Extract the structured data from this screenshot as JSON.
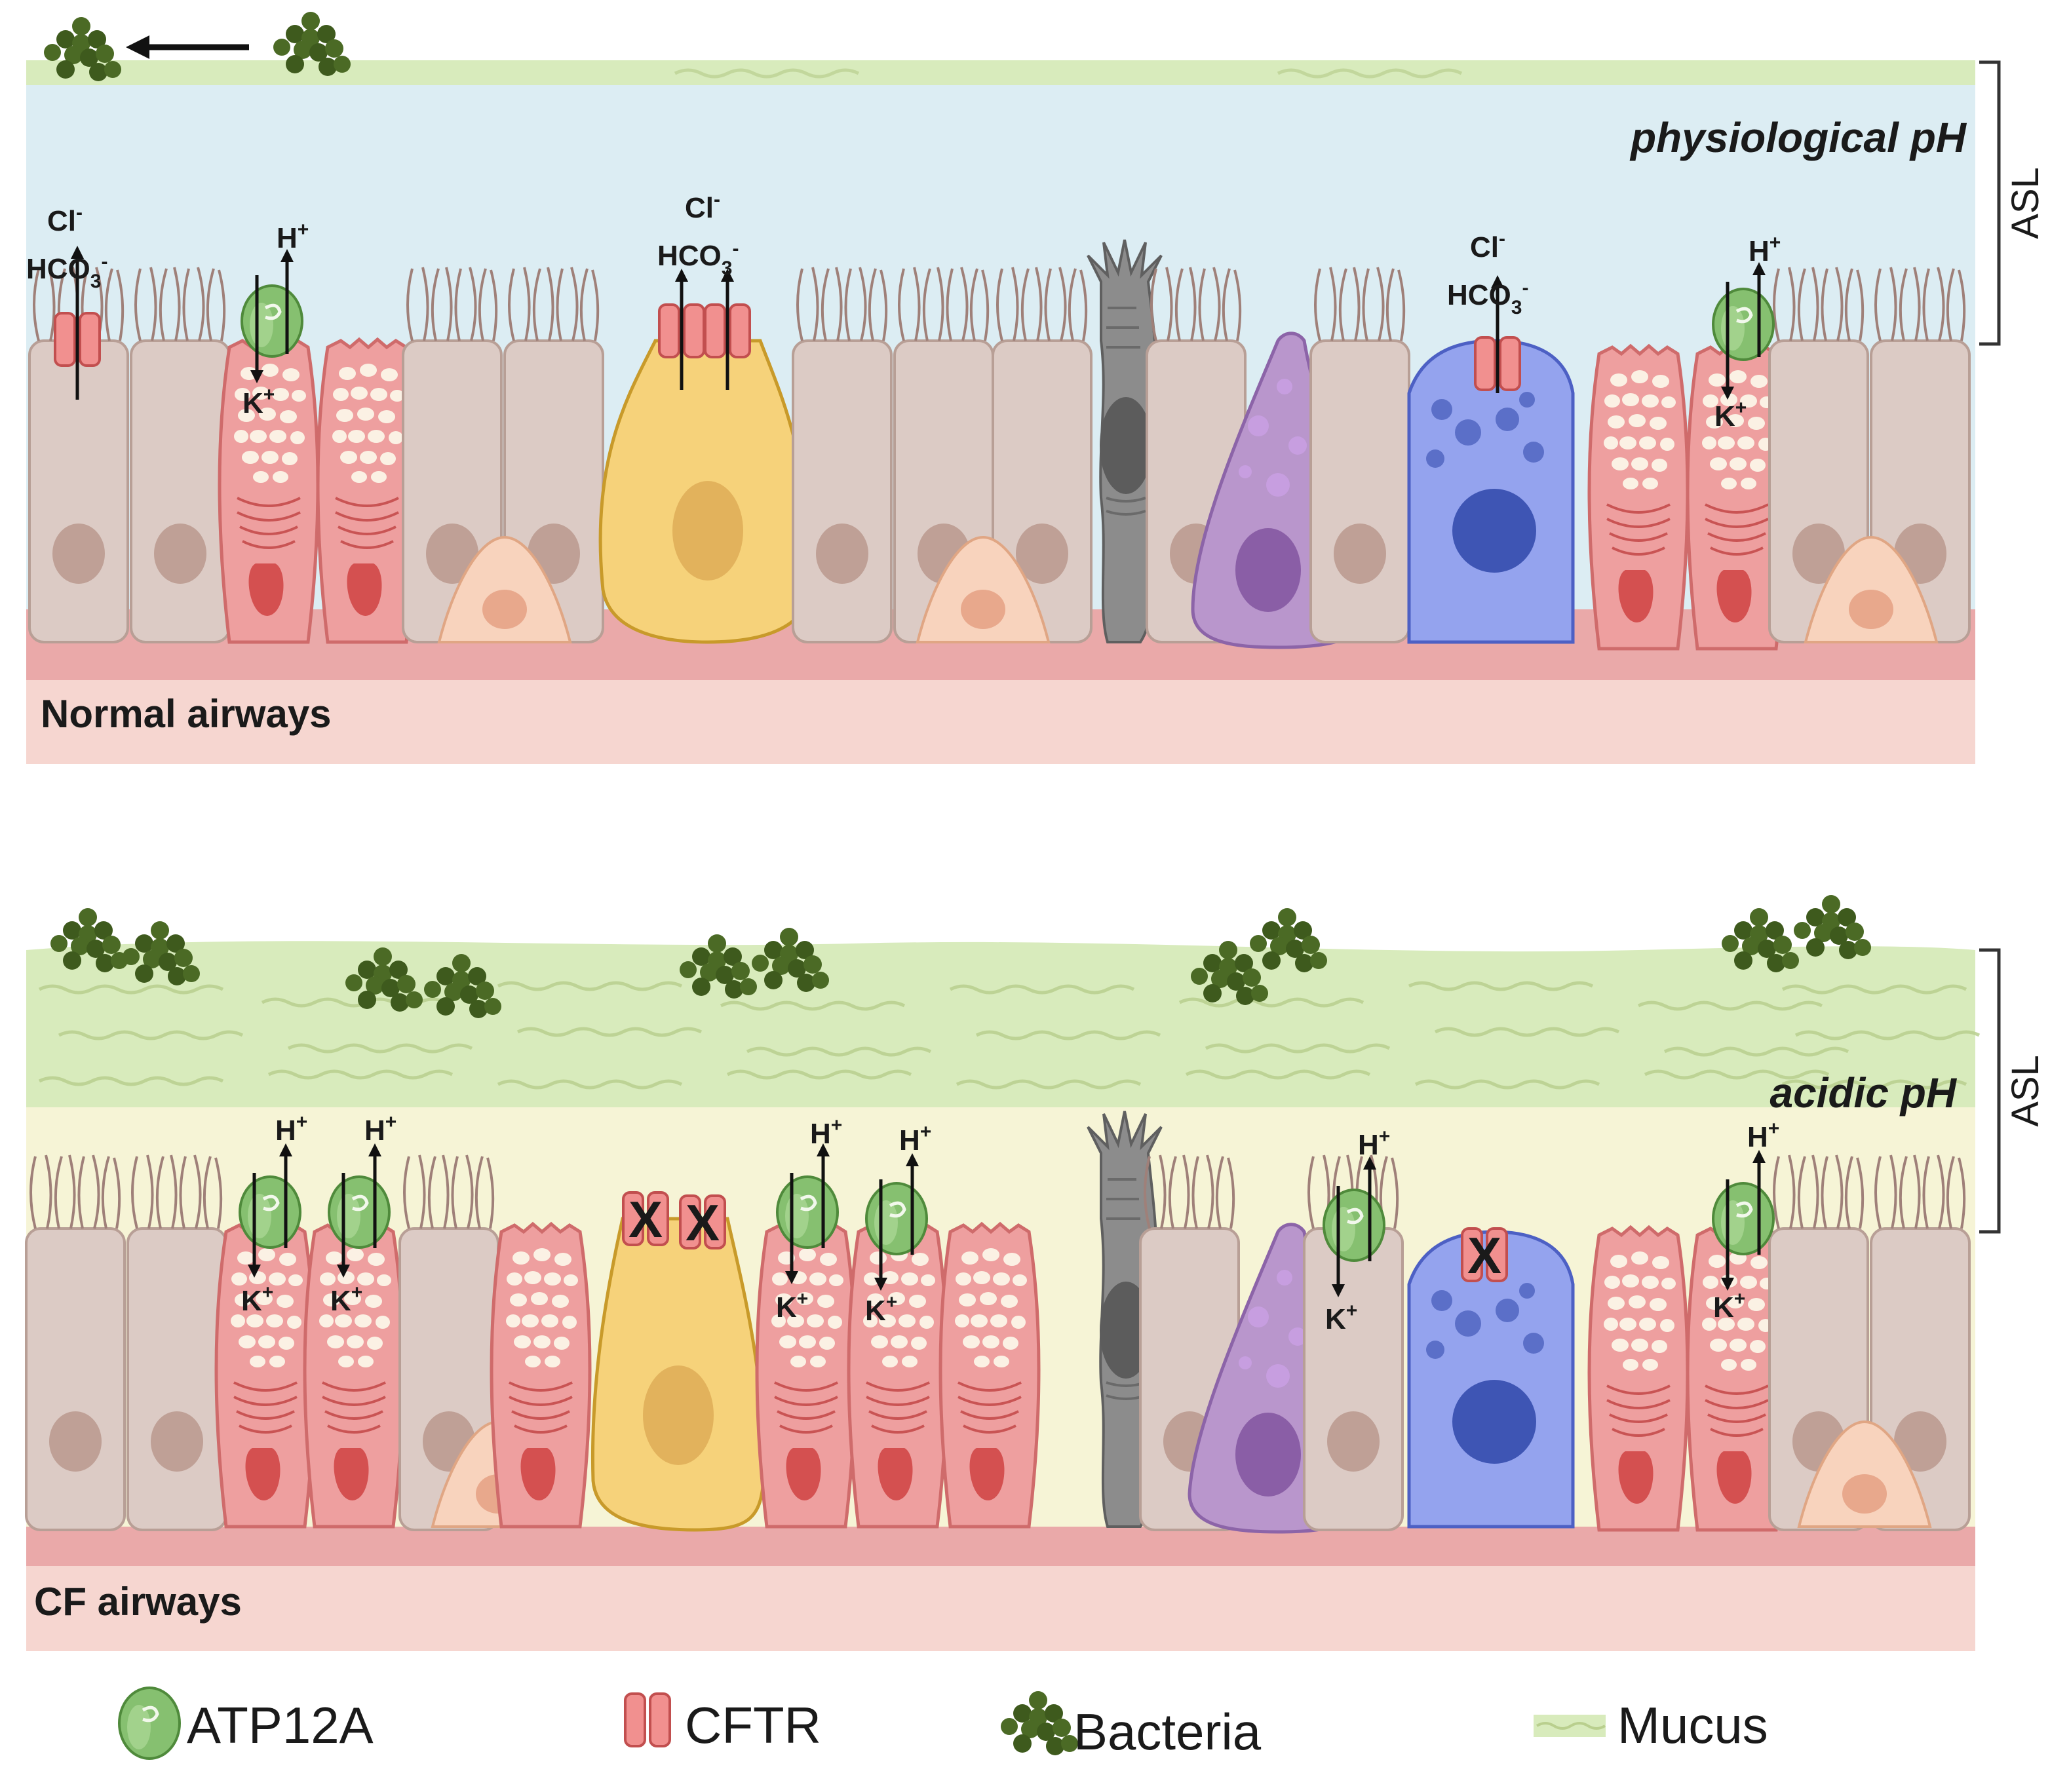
{
  "panels": {
    "normal": {
      "title": "Normal airways",
      "ph_label": "physiological pH",
      "asl_label": "ASL",
      "ions": {
        "cl": "Cl",
        "hco": "HCO",
        "sub3": "3",
        "minus": "-",
        "h": "H",
        "k": "K",
        "plus": "+"
      }
    },
    "cf": {
      "title": "CF airways",
      "ph_label": "acidic pH",
      "asl_label": "ASL",
      "ions": {
        "h": "H",
        "k": "K",
        "plus": "+",
        "x": "X"
      }
    }
  },
  "legend": {
    "atp12a": "ATP12A",
    "cftr": "CFTR",
    "bacteria": "Bacteria",
    "mucus": "Mucus"
  },
  "colors": {
    "asl_normal": "#dcedf3",
    "asl_cf": "#f6f4d6",
    "mucus": "#d8ebbc",
    "basement": "#eaa9a9",
    "submucosa": "#f6d6d0",
    "ciliated": "#dccbc5",
    "goblet": "#ee9f9f",
    "ionocyte": "#f6d27a",
    "brush": "#8c8c8c",
    "neuroendocrine": "#b996cc",
    "club": "#94a3ee",
    "basal": "#f8d3bd",
    "atp12a": "#86c070",
    "cftr": "#f1908f",
    "bacteria": "#3e5a1d"
  }
}
